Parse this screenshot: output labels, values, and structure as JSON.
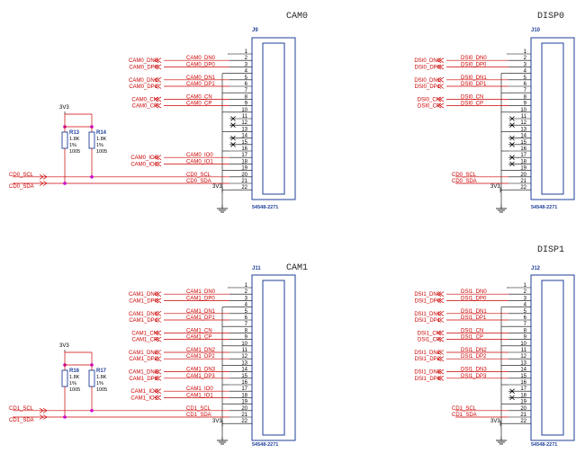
{
  "colors": {
    "wire": "#cc0000",
    "component": "#1f3f99",
    "junction": "#cc00cc",
    "text": "#000000",
    "net": "#cc0000"
  },
  "connectors": [
    {
      "title": "CAM0",
      "ref": "J9",
      "part": "54548-2271",
      "pins": [
        "1",
        "2",
        "3",
        "4",
        "5",
        "6",
        "7",
        "8",
        "9",
        "10",
        "11",
        "12",
        "13",
        "14",
        "15",
        "16",
        "17",
        "18",
        "19",
        "20",
        "21",
        "22"
      ],
      "ports": [
        {
          "pin": 2,
          "name": "CAM0_DN0"
        },
        {
          "pin": 3,
          "name": "CAM0_DP0"
        },
        {
          "pin": 5,
          "name": "CAM0_DN1"
        },
        {
          "pin": 6,
          "name": "CAM0_DP1"
        },
        {
          "pin": 8,
          "name": "CAM0_CN"
        },
        {
          "pin": 9,
          "name": "CAM0_CP"
        },
        {
          "pin": 17,
          "name": "CAM0_IO0"
        },
        {
          "pin": 18,
          "name": "CAM0_IO1"
        }
      ],
      "wires": [
        {
          "pin": 2,
          "name": "CAM0_DN0"
        },
        {
          "pin": 3,
          "name": "CAM0_DP0"
        },
        {
          "pin": 5,
          "name": "CAM0_DN1"
        },
        {
          "pin": 6,
          "name": "CAM0_DP1"
        },
        {
          "pin": 8,
          "name": "CAM0_CN"
        },
        {
          "pin": 9,
          "name": "CAM0_CP"
        },
        {
          "pin": 17,
          "name": "CAM0_IO0"
        },
        {
          "pin": 18,
          "name": "CAM0_IO1"
        },
        {
          "pin": 20,
          "name": "CD0_SCL"
        },
        {
          "pin": 21,
          "name": "CD0_SDA"
        }
      ],
      "nc": [
        11,
        12,
        14,
        15
      ],
      "grounds": [
        4,
        7,
        10,
        13,
        16,
        19
      ],
      "power": "3V3",
      "bus": {
        "scl": "CD0_SCL",
        "sda": "CD0_SDA"
      },
      "pullups": {
        "rail": "3V3",
        "r1": {
          "ref": "R13",
          "val": "1.8K",
          "tol": "1%",
          "pkg": "1005"
        },
        "r2": {
          "ref": "R14",
          "val": "1.8K",
          "tol": "1%",
          "pkg": "1005"
        }
      }
    },
    {
      "title": "DISP0",
      "ref": "J10",
      "part": "54548-2271",
      "pins": [
        "1",
        "2",
        "3",
        "4",
        "5",
        "6",
        "7",
        "8",
        "9",
        "10",
        "11",
        "12",
        "13",
        "14",
        "15",
        "16",
        "17",
        "18",
        "19",
        "20",
        "21",
        "22"
      ],
      "ports": [
        {
          "pin": 2,
          "name": "DSI0_DN0"
        },
        {
          "pin": 3,
          "name": "DSI0_DP0"
        },
        {
          "pin": 5,
          "name": "DSI0_DN1"
        },
        {
          "pin": 6,
          "name": "DSI0_DP1"
        },
        {
          "pin": 8,
          "name": "DSI0_CN"
        },
        {
          "pin": 9,
          "name": "DSI0_CP"
        }
      ],
      "wires": [
        {
          "pin": 2,
          "name": "DSI0_DN0"
        },
        {
          "pin": 3,
          "name": "DSI0_DP0"
        },
        {
          "pin": 5,
          "name": "DSI0_DN1"
        },
        {
          "pin": 6,
          "name": "DSI0_DP1"
        },
        {
          "pin": 8,
          "name": "DSI0_CN"
        },
        {
          "pin": 9,
          "name": "DSI0_CP"
        },
        {
          "pin": 20,
          "name": "CD0_SCL"
        },
        {
          "pin": 21,
          "name": "CD0_SDA"
        }
      ],
      "nc": [
        11,
        12,
        14,
        15,
        17,
        18
      ],
      "grounds": [
        4,
        7,
        10,
        13,
        16,
        19
      ],
      "power": "3V3",
      "bus": null,
      "pullups": null
    },
    {
      "title": "CAM1",
      "ref": "J11",
      "part": "54548-2271",
      "pins": [
        "1",
        "2",
        "3",
        "4",
        "5",
        "6",
        "7",
        "8",
        "9",
        "10",
        "11",
        "12",
        "13",
        "14",
        "15",
        "16",
        "17",
        "18",
        "19",
        "20",
        "21",
        "22"
      ],
      "ports": [
        {
          "pin": 2,
          "name": "CAM1_DN0"
        },
        {
          "pin": 3,
          "name": "CAM1_DP0"
        },
        {
          "pin": 5,
          "name": "CAM1_DN1"
        },
        {
          "pin": 6,
          "name": "CAM1_DP1"
        },
        {
          "pin": 8,
          "name": "CAM1_CN"
        },
        {
          "pin": 9,
          "name": "CAM1_CP"
        },
        {
          "pin": 11,
          "name": "CAM1_DN2"
        },
        {
          "pin": 12,
          "name": "CAM1_DP2"
        },
        {
          "pin": 14,
          "name": "CAM1_DN3"
        },
        {
          "pin": 15,
          "name": "CAM1_DP3"
        },
        {
          "pin": 17,
          "name": "CAM1_IO0"
        },
        {
          "pin": 18,
          "name": "CAM1_IO1"
        }
      ],
      "wires": [
        {
          "pin": 2,
          "name": "CAM1_DN0"
        },
        {
          "pin": 3,
          "name": "CAM1_DP0"
        },
        {
          "pin": 5,
          "name": "CAM1_DN1"
        },
        {
          "pin": 6,
          "name": "CAM1_DP1"
        },
        {
          "pin": 8,
          "name": "CAM1_CN"
        },
        {
          "pin": 9,
          "name": "CAM1_CP"
        },
        {
          "pin": 11,
          "name": "CAM1_DN2"
        },
        {
          "pin": 12,
          "name": "CAM1_DP2"
        },
        {
          "pin": 14,
          "name": "CAM1_DN3"
        },
        {
          "pin": 15,
          "name": "CAM1_DP3"
        },
        {
          "pin": 17,
          "name": "CAM1_IO0"
        },
        {
          "pin": 18,
          "name": "CAM1_IO1"
        },
        {
          "pin": 20,
          "name": "CD1_SCL"
        },
        {
          "pin": 21,
          "name": "CD1_SDA"
        }
      ],
      "nc": [],
      "grounds": [
        4,
        7,
        10,
        13,
        16,
        19
      ],
      "power": "3V3",
      "bus": {
        "scl": "CD1_SCL",
        "sda": "CD1_SDA"
      },
      "pullups": {
        "rail": "3V3",
        "r1": {
          "ref": "R16",
          "val": "1.8K",
          "tol": "1%",
          "pkg": "1005"
        },
        "r2": {
          "ref": "R17",
          "val": "1.8K",
          "tol": "1%",
          "pkg": "1005"
        }
      }
    },
    {
      "title": "DISP1",
      "ref": "J12",
      "part": "54548-2271",
      "pins": [
        "1",
        "2",
        "3",
        "4",
        "5",
        "6",
        "7",
        "8",
        "9",
        "10",
        "11",
        "12",
        "13",
        "14",
        "15",
        "16",
        "17",
        "18",
        "19",
        "20",
        "21",
        "22"
      ],
      "ports": [
        {
          "pin": 2,
          "name": "DSI1_DN0"
        },
        {
          "pin": 3,
          "name": "DSI1_DP0"
        },
        {
          "pin": 5,
          "name": "DSI1_DN1"
        },
        {
          "pin": 6,
          "name": "DSI1_DP1"
        },
        {
          "pin": 8,
          "name": "DSI1_CN"
        },
        {
          "pin": 9,
          "name": "DSI1_CP"
        },
        {
          "pin": 11,
          "name": "DSI1_DN2"
        },
        {
          "pin": 12,
          "name": "DSI1_DP2"
        },
        {
          "pin": 14,
          "name": "DSI1_DN3"
        },
        {
          "pin": 15,
          "name": "DSI1_DP3"
        }
      ],
      "wires": [
        {
          "pin": 2,
          "name": "DSI1_DN0"
        },
        {
          "pin": 3,
          "name": "DSI1_DP0"
        },
        {
          "pin": 5,
          "name": "DSI1_DN1"
        },
        {
          "pin": 6,
          "name": "DSI1_DP1"
        },
        {
          "pin": 8,
          "name": "DSI1_CN"
        },
        {
          "pin": 9,
          "name": "DSI1_CP"
        },
        {
          "pin": 11,
          "name": "DSI1_DN2"
        },
        {
          "pin": 12,
          "name": "DSI1_DP2"
        },
        {
          "pin": 14,
          "name": "DSI1_DN3"
        },
        {
          "pin": 15,
          "name": "DSI1_DP3"
        },
        {
          "pin": 20,
          "name": "CD1_SCL"
        },
        {
          "pin": 21,
          "name": "CD1_SDA"
        }
      ],
      "nc": [
        17,
        18
      ],
      "grounds": [
        4,
        7,
        10,
        13,
        16,
        19
      ],
      "power": "3V3",
      "bus": null,
      "pullups": null
    }
  ]
}
